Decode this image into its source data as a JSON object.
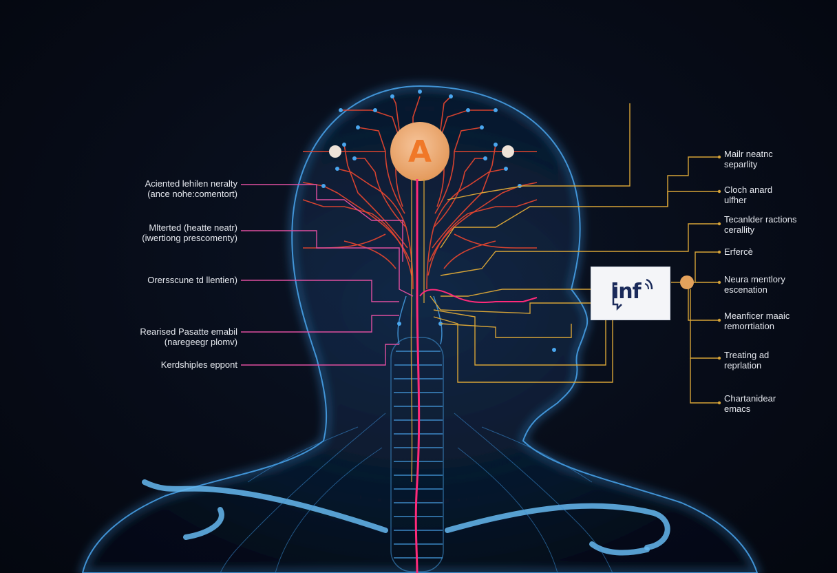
{
  "left_labels": [
    {
      "line1": "Aciented lehilen neralty",
      "line2": "(ance nohe:comentort)"
    },
    {
      "line1": "Mlterted (heatte neatr)",
      "line2": "(iwertiong prescomenty)"
    },
    {
      "line1": "Orersscune td llentien)",
      "line2": ""
    },
    {
      "line1": "Rearised Pasatte emabil",
      "line2": "(naregeegr plomv)"
    },
    {
      "line1": "Kerdshiples eppont",
      "line2": ""
    }
  ],
  "right_labels": [
    {
      "line1": "Mailr neatnc",
      "line2": "separlity"
    },
    {
      "line1": "Cloch anard",
      "line2": "ulfher"
    },
    {
      "line1": "Tecanlder ractions",
      "line2": "cerallity"
    },
    {
      "line1": "Erfercè",
      "line2": ""
    },
    {
      "line1": "Neura mentlory",
      "line2": "escenation"
    },
    {
      "line1": "Meanficer maaic",
      "line2": "remorrtiation"
    },
    {
      "line1": "Treating ad",
      "line2": "reprlation"
    },
    {
      "line1": "Chartanidear",
      "line2": "emacs"
    }
  ],
  "center_node_letter": "A",
  "logo_text": "inf",
  "colors": {
    "background": "#060b16",
    "body_outline": "#3a8fd8",
    "body_fill": "#0f2a4c",
    "neuron_red": "#e0452f",
    "spine_magenta": "#ff2a7a",
    "line_gold": "#d7a437",
    "line_pink": "#e04fa0",
    "node_orange": "#f0b27a"
  }
}
